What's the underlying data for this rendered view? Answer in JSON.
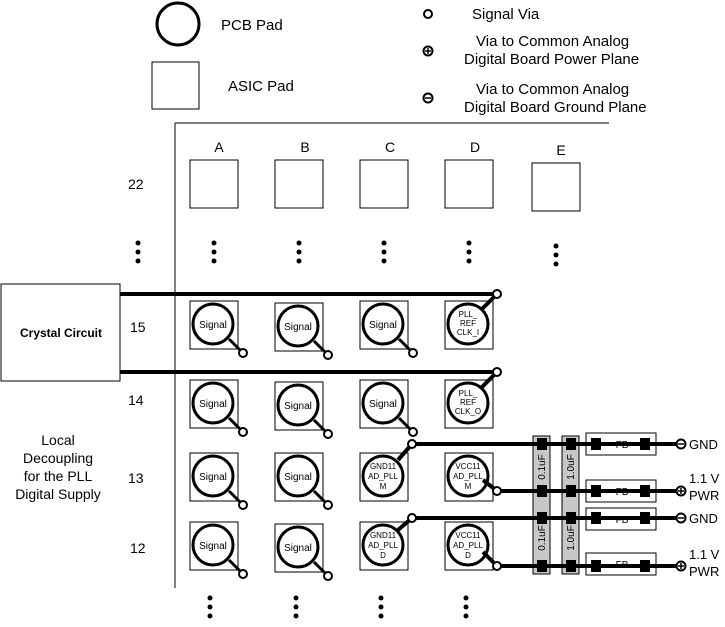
{
  "legend": {
    "pcb_pad": "PCB Pad",
    "asic_pad": "ASIC Pad",
    "signal_via": "Signal Via",
    "power_via_line1": "Via to Common Analog",
    "power_via_line2": "Digital Board Power Plane",
    "ground_via_line1": "Via to Common Analog",
    "ground_via_line2": "Digital Board Ground Plane"
  },
  "columns": [
    "A",
    "B",
    "C",
    "D",
    "E"
  ],
  "rows": {
    "r22": "22",
    "r15": "15",
    "r14": "14",
    "r13": "13",
    "r12": "12"
  },
  "crystal": "Crystal Circuit",
  "local_decoupling": [
    "Local",
    "Decoupling",
    "for the PLL",
    "Digital Supply"
  ],
  "pads": {
    "signal": "Signal",
    "pll_ref_i": [
      "PLL_",
      "REF",
      "CLK_I"
    ],
    "pll_ref_o": [
      "PLL_",
      "REF",
      "CLK_O"
    ],
    "gnd_m": [
      "GND11",
      "AD_PLL",
      "M"
    ],
    "vcc_m": [
      "VCC11",
      "AD_PLL",
      "M"
    ],
    "gnd_d": [
      "GND11",
      "AD_PLL",
      "D"
    ],
    "vcc_d": [
      "VCC11",
      "AD_PLL",
      "D"
    ]
  },
  "caps": {
    "c1": "0.1uF",
    "c2": "1.0uF"
  },
  "fb": "FB",
  "right_labels": {
    "gnd": "GND",
    "pwr_line1": "1.1 V",
    "pwr_line2": "PWR"
  }
}
